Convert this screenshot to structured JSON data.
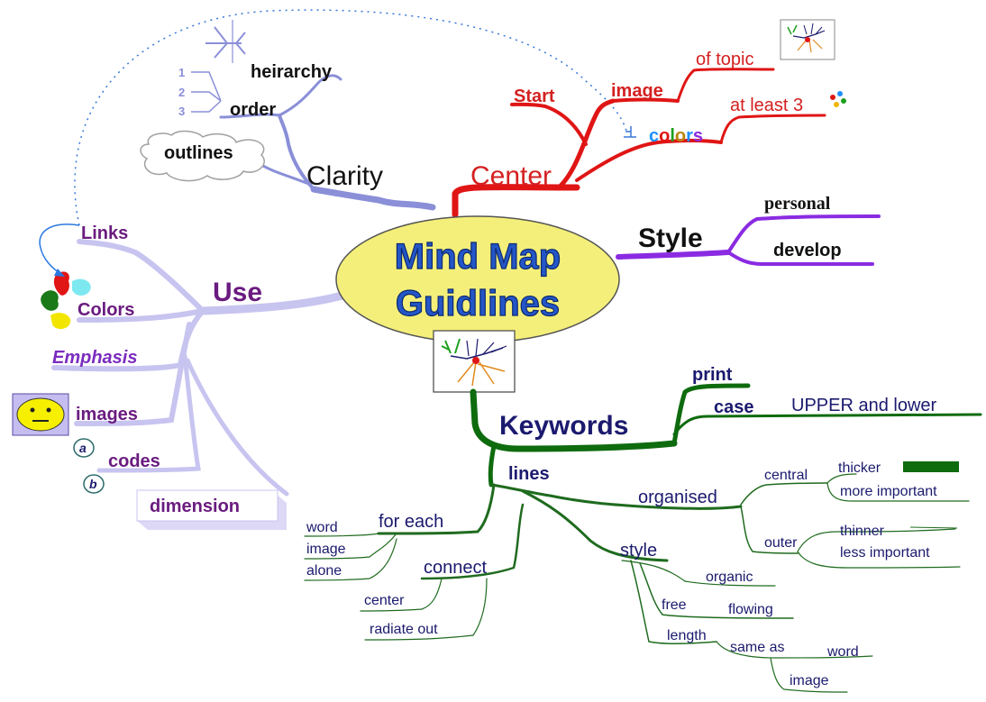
{
  "center": {
    "line1": "Mind Map",
    "line2": "Guidlines"
  },
  "branches": {
    "clarity": {
      "label": "Clarity",
      "children": [
        "heirarchy",
        "order",
        "outlines"
      ],
      "order_numbers": [
        "1",
        "2",
        "3"
      ]
    },
    "center": {
      "label": "Center",
      "children": [
        "Start",
        "image",
        "of topic",
        "colors",
        "at least 3"
      ]
    },
    "style": {
      "label": "Style",
      "children": [
        "personal",
        "develop"
      ]
    },
    "use": {
      "label": "Use",
      "children": [
        "Links",
        "Colors",
        "Emphasis",
        "images",
        "codes",
        "dimension"
      ],
      "code_letters": [
        "a",
        "b"
      ]
    },
    "keywords": {
      "label": "Keywords",
      "children": [
        "print",
        "case",
        "UPPER and lower"
      ]
    },
    "lines": {
      "label": "lines",
      "items": {
        "for_each": "for each",
        "word": "word",
        "image": "image",
        "alone": "alone",
        "connect": "connect",
        "center": "center",
        "radiate_out": "radiate out",
        "organised": "organised",
        "central": "central",
        "thicker": "thicker",
        "more_important": "more important",
        "outer": "outer",
        "thinner": "thinner",
        "less_important": "less important",
        "style": "style",
        "organic": "organic",
        "free": "free",
        "flowing": "flowing",
        "length": "length",
        "same_as": "same as",
        "word2": "word",
        "image2": "image"
      }
    }
  },
  "colors": {
    "clarity": "#8a8fd8",
    "center": "#e01515",
    "style": "#8a2be2",
    "use": "#c8c4f0",
    "keywords": "#0e6b0e",
    "ellipse_fill": "#f4ef7a",
    "title_fill": "#2456c8"
  }
}
